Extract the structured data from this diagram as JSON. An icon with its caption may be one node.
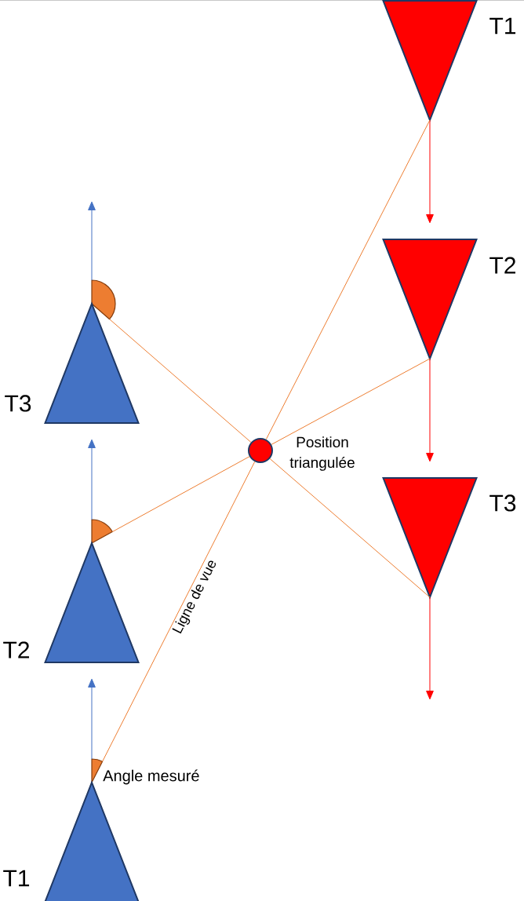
{
  "diagram": {
    "nodes": [
      {
        "text": [],
        "shape": "triangle",
        "beside": [
          "T1"
        ]
      },
      {
        "text": [],
        "shape": "triangle",
        "beside": [
          "T2"
        ]
      },
      {
        "text": [],
        "shape": "sector"
      },
      {
        "text": [],
        "shape": "triangle",
        "beside": [
          "T3"
        ]
      },
      {
        "text": [],
        "shape": "circle",
        "beside": [
          "Position triangulée"
        ]
      },
      {
        "text": [],
        "shape": "triangle",
        "beside": [
          "T3"
        ]
      },
      {
        "text": [],
        "shape": "sector"
      },
      {
        "text": [],
        "shape": "triangle",
        "beside": [
          "T2"
        ]
      },
      {
        "text": [],
        "shape": "sector",
        "beside": [
          "Angle mesuré"
        ]
      },
      {
        "text": [],
        "shape": "triangle",
        "beside": [
          "T1"
        ]
      }
    ],
    "edges": [
      {
        "from": 8,
        "to": 7,
        "arrow": "to",
        "color": "#4472c4"
      },
      {
        "from": 6,
        "to": 3,
        "arrow": "to",
        "color": "#4472c4"
      },
      {
        "from": 2,
        "to": null,
        "arrow": "to",
        "color": "#4472c4"
      },
      {
        "from": 0,
        "to": 1,
        "arrow": "to",
        "color": "#ff0000"
      },
      {
        "from": 1,
        "to": 5,
        "arrow": "to",
        "color": "#ff0000"
      },
      {
        "from": 5,
        "to": null,
        "arrow": "to",
        "color": "#ff0000"
      },
      {
        "from": 8,
        "to": 4,
        "arrow": "none",
        "label": "Ligne de vue"
      },
      {
        "from": 4,
        "to": 0,
        "arrow": "none"
      },
      {
        "from": 6,
        "to": 4,
        "arrow": "none"
      },
      {
        "from": 4,
        "to": 1,
        "arrow": "none"
      },
      {
        "from": 2,
        "to": 4,
        "arrow": "none"
      },
      {
        "from": 4,
        "to": 5,
        "arrow": "none"
      }
    ]
  }
}
